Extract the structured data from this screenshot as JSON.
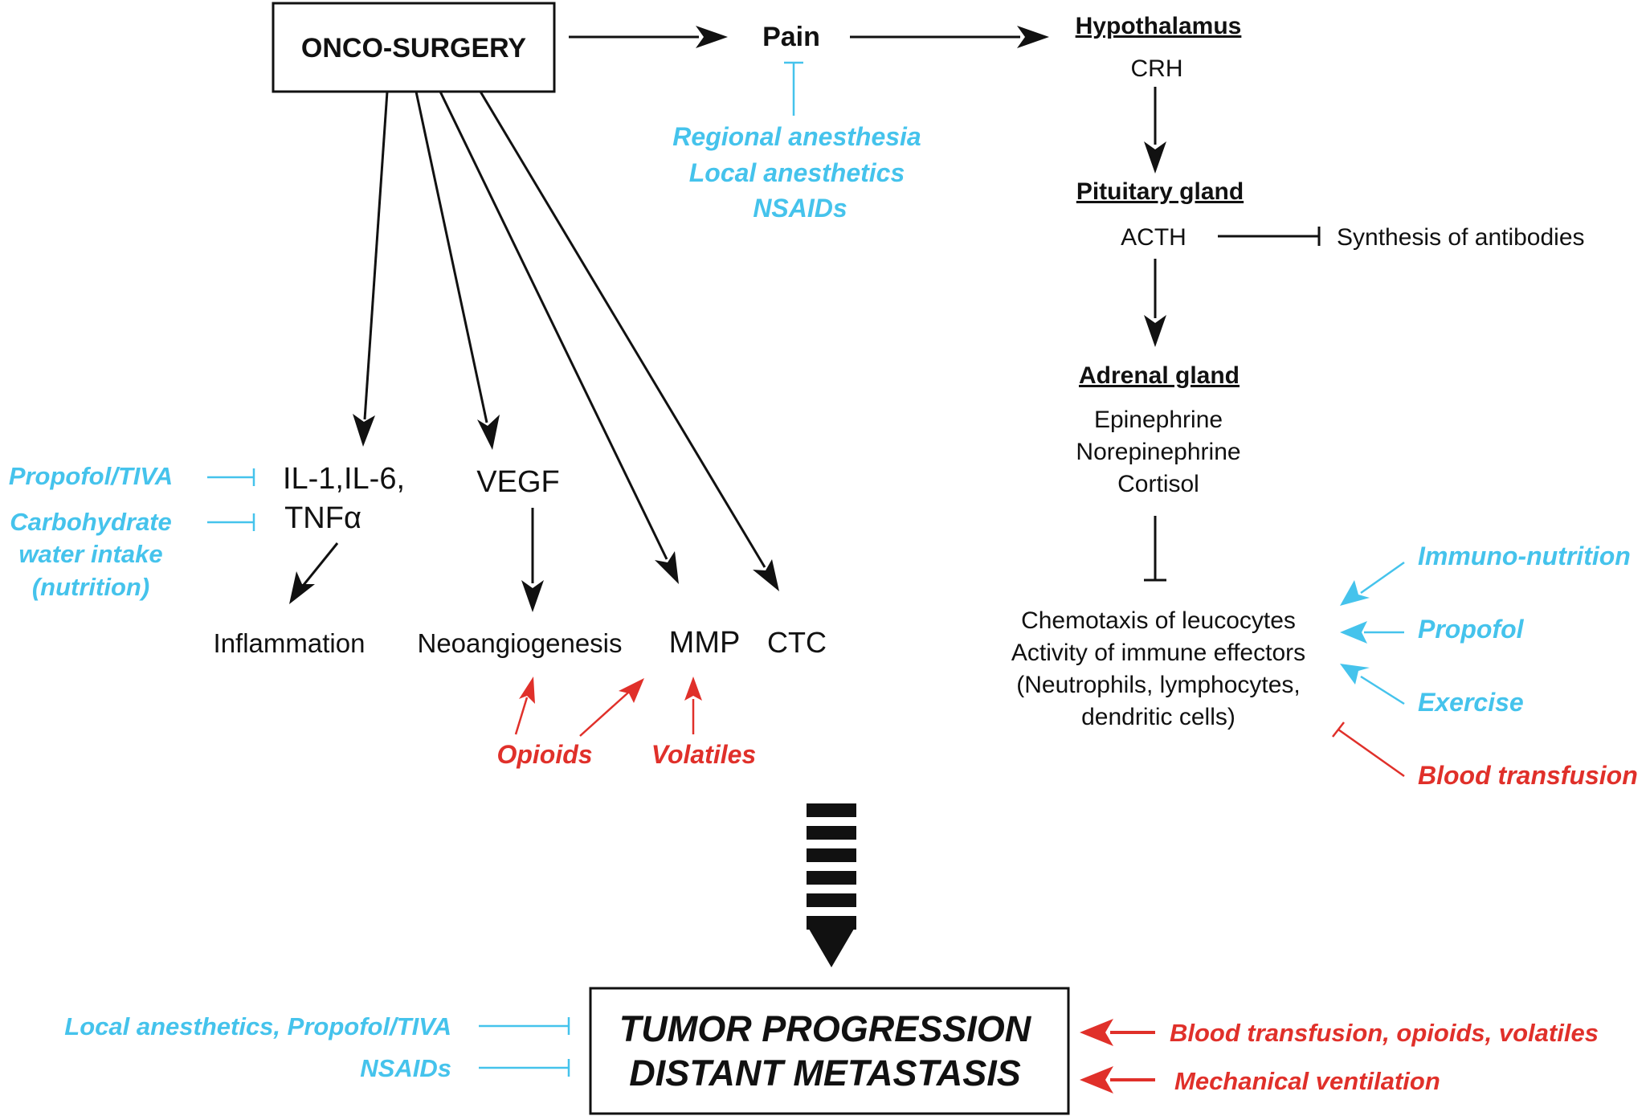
{
  "colors": {
    "black": "#111111",
    "blue": "#45c3ec",
    "red": "#e0302a"
  },
  "source": {
    "title": "ONCO-SURGERY"
  },
  "pain": {
    "title": "Pain",
    "inhibitors": [
      "Regional anesthesia",
      "Local anesthetics",
      "NSAIDs"
    ]
  },
  "hpa": {
    "hypothalamus": "Hypothalamus",
    "crh": "CRH",
    "pituitary": "Pituitary gland",
    "acth": "ACTH",
    "antibodies": "Synthesis of antibodies",
    "adrenal": "Adrenal gland",
    "hormones": [
      "Epinephrine",
      "Norepinephrine",
      "Cortisol"
    ],
    "immune": [
      "Chemotaxis of leucocytes",
      "Activity of immune effectors",
      "(Neutrophils, lymphocytes,",
      "dendritic cells)"
    ]
  },
  "immune_modulators": {
    "promoters": [
      "Immuno-nutrition",
      "Propofol",
      "Exercise"
    ],
    "inhibitor": "Blood transfusion"
  },
  "mediators": {
    "cytokines": [
      "IL-1,IL-6,",
      "TNFα"
    ],
    "vegf": "VEGF",
    "inflammation": "Inflammation",
    "neoangiogenesis": "Neoangiogenesis",
    "mmp": "MMP",
    "ctc": "CTC"
  },
  "cytokine_inhibitors": {
    "propofol": "Propofol/TIVA",
    "carbohydrate": [
      "Carbohydrate",
      "water intake",
      "(nutrition)"
    ]
  },
  "promoters": {
    "opioids": "Opioids",
    "volatiles": "Volatiles"
  },
  "outcome": {
    "lines": [
      "TUMOR PROGRESSION",
      "DISTANT METASTASIS"
    ],
    "inhibitors": [
      "Local anesthetics, Propofol/TIVA",
      "NSAIDs"
    ],
    "promoters": [
      "Blood transfusion, opioids, volatiles",
      "Mechanical ventilation"
    ]
  }
}
